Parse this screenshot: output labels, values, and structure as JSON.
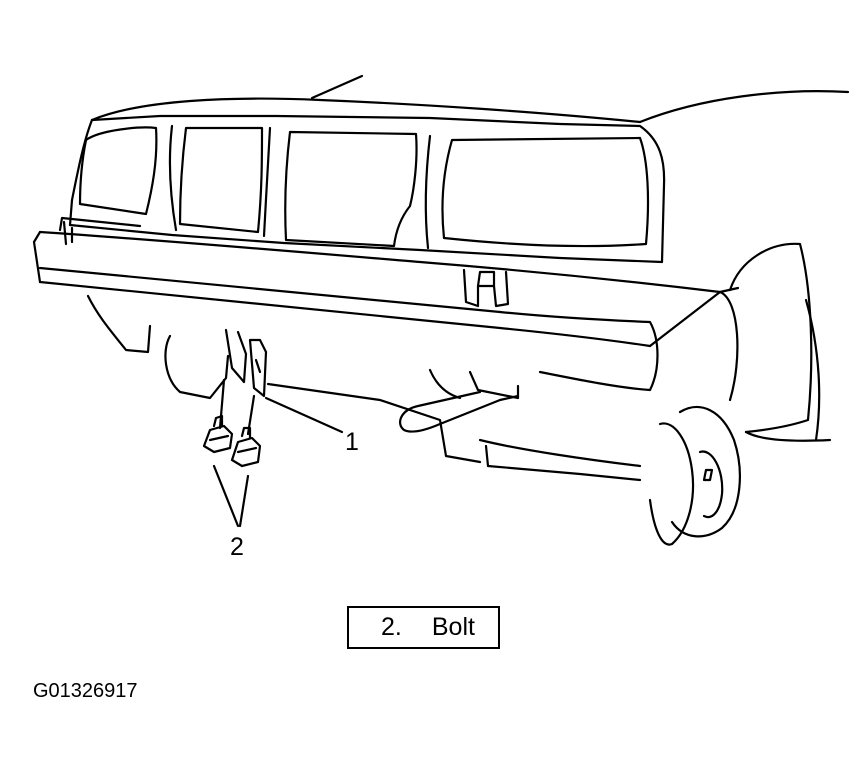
{
  "callouts": {
    "part_1": "1",
    "part_2": "2"
  },
  "legend": {
    "number": "2.",
    "label": "Bolt"
  },
  "figure_id": "G01326917",
  "colors": {
    "line": "#000000",
    "background": "#ffffff"
  }
}
